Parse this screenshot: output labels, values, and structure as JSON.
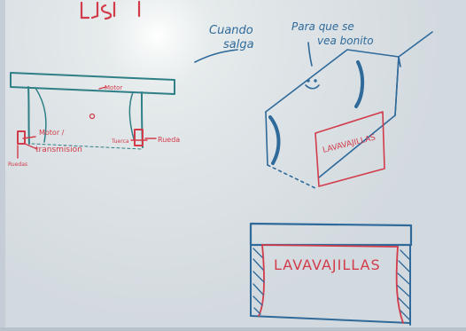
{
  "photo": {
    "subject": "whiteboard sketch",
    "labels": {
      "cuando_salga": [
        "Cuando",
        "salga"
      ],
      "para_que_se_vea": [
        "Para que se",
        "vea bonito"
      ],
      "motor_top": "Motor",
      "motor_transmision": [
        "Motor /",
        "transmision"
      ],
      "tuerca": "Tuerca",
      "rueda": "Rueda",
      "ruedas": "Ruedas",
      "lavavajillas_small": "LAVAVAJILLAS",
      "lavavajillas_big": "LAVAVAJILLAS"
    },
    "colors": {
      "blue": "#2f6a9a",
      "red": "#d23b4a",
      "teal": "#2f7f86"
    }
  }
}
